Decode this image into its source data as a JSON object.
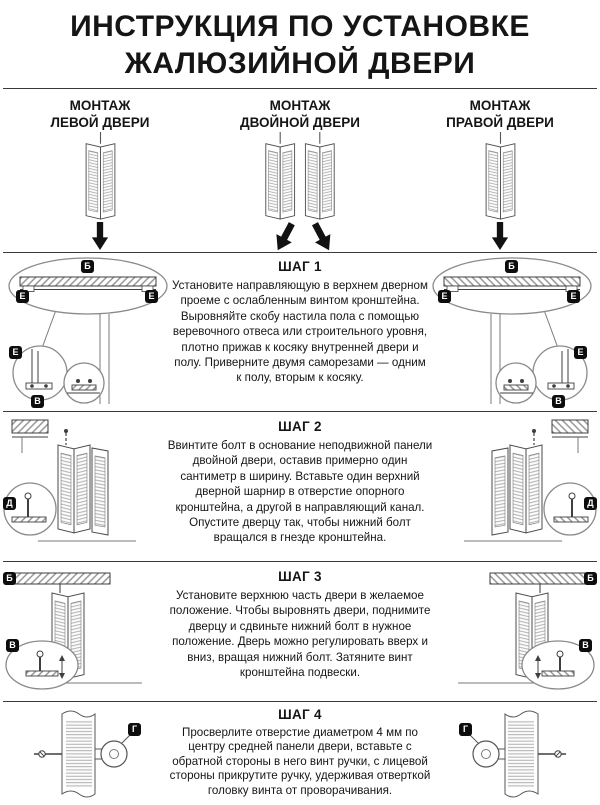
{
  "page": {
    "title_line1": "ИНСТРУКЦИЯ ПО УСТАНОВКЕ",
    "title_line2": "ЖАЛЮЗИЙНОЙ ДВЕРИ"
  },
  "mount_columns": [
    {
      "line1": "МОНТАЖ",
      "line2": "ЛЕВОЙ ДВЕРИ"
    },
    {
      "line1": "МОНТАЖ",
      "line2": "ДВОЙНОЙ ДВЕРИ"
    },
    {
      "line1": "МОНТАЖ",
      "line2": "ПРАВОЙ ДВЕРИ"
    }
  ],
  "steps": [
    {
      "title": "ШАГ 1",
      "text": "Установите направляющую в верхнем дверном проеме с ослабленным винтом кронштейна. Выровняйте скобу настила пола с помощью веревочного отвеса или строительного уровня, плотно прижав к косяку внутренней двери и полу. Приверните двумя саморезами — одним к полу, вторым к косяку."
    },
    {
      "title": "ШАГ 2",
      "text": "Ввинтите болт в основание неподвижной панели двойной двери, оставив примерно один сантиметр в ширину. Вставьте один верхний дверной шарнир в отверстие опорного кронштейна, а другой в направляющий канал. Опустите дверцу так, чтобы нижний болт вращался в гнезде кронштейна."
    },
    {
      "title": "ШАГ 3",
      "text": "Установите верхнюю часть двери в желаемое положение. Чтобы выровнять двери, поднимите дверцу и сдвиньте нижний болт в нужное положение. Дверь можно регулировать вверх и вниз, вращая нижний болт. Затяните винт кронштейна подвески."
    },
    {
      "title": "ШАГ 4",
      "text": "Просверлите отверстие диаметром 4 мм по центру средней панели двери, вставьте с обратной стороны в него винт ручки, с лицевой стороны прикрутите ручку, удерживая отверткой головку винта от проворачивания."
    }
  ],
  "markers": {
    "B": "Б",
    "E": "Е",
    "V": "В",
    "D": "Д",
    "G": "Г"
  }
}
